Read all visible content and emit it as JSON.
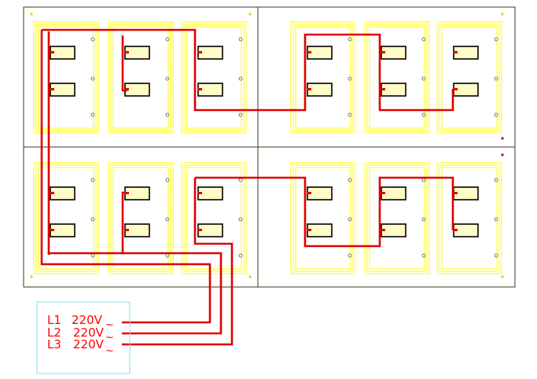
{
  "colors": {
    "frame": "#3a3a1a",
    "heater_outline": "#ffff00",
    "socket_fill": "#fffcc8",
    "socket_stroke": "#000000",
    "wire": "#e00000",
    "legend_box": "#80e0f0",
    "label": "#ff0000"
  },
  "legend": {
    "lines": [
      {
        "phase": "L1",
        "voltage": "220V",
        "symbol": "~"
      },
      {
        "phase": "L2",
        "voltage": "220V",
        "symbol": "~"
      },
      {
        "phase": "L3",
        "voltage": "220V",
        "symbol": "~"
      }
    ]
  }
}
